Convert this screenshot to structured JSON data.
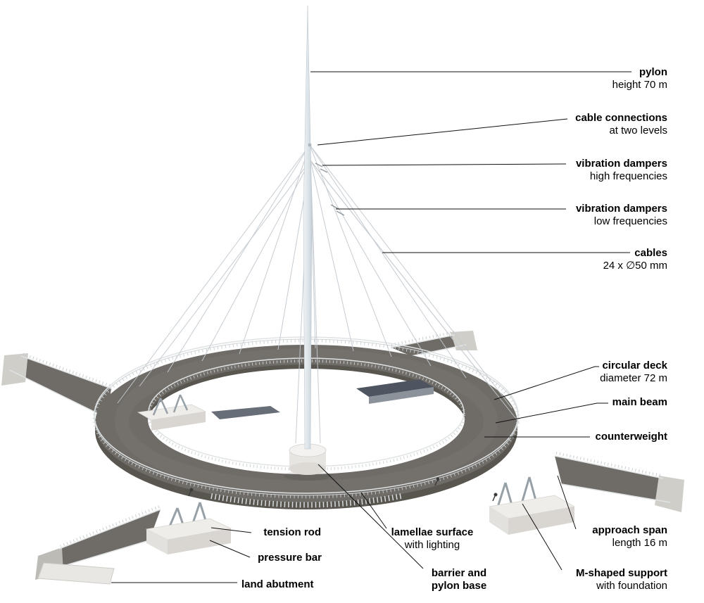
{
  "illustration": {
    "subject": "circular cable-stayed cycle bridge, annotated axonometric rendering",
    "colors": {
      "deck": "#6f6b66",
      "deck_side": "#59564f",
      "railing_light": "#dfe3e4",
      "pylon_light": "#eef2f5",
      "pylon_dark": "#c7d1d8",
      "cable": "#c3cad0",
      "slab_dark": "#4e5560",
      "foundation": "#efedea",
      "leader_line": "#111111"
    }
  },
  "labels": {
    "pylon": {
      "title": "pylon",
      "subtitle": "height 70 m"
    },
    "cable_connections": {
      "title": "cable connections",
      "subtitle": "at two levels"
    },
    "vibration_dampers_high": {
      "title": "vibration dampers",
      "subtitle": "high frequencies"
    },
    "vibration_dampers_low": {
      "title": "vibration dampers",
      "subtitle": "low frequencies"
    },
    "cables": {
      "title": "cables",
      "subtitle": "24 x ∅50 mm"
    },
    "circular_deck": {
      "title": "circular deck",
      "subtitle": "diameter 72 m"
    },
    "main_beam": {
      "title": "main beam"
    },
    "counterweight": {
      "title": "counterweight"
    },
    "approach_span": {
      "title": "approach span",
      "subtitle": "length 16 m"
    },
    "m_shaped_support": {
      "title": "M-shaped support",
      "subtitle": "with foundation"
    },
    "tension_rod": {
      "title": "tension rod"
    },
    "pressure_bar": {
      "title": "pressure bar"
    },
    "land_abutment": {
      "title": "land abutment"
    },
    "lamellae_surface": {
      "title": "lamellae surface",
      "subtitle": "with lighting"
    },
    "barrier_and_pylon_base": {
      "title": "barrier and\npylon base"
    }
  }
}
